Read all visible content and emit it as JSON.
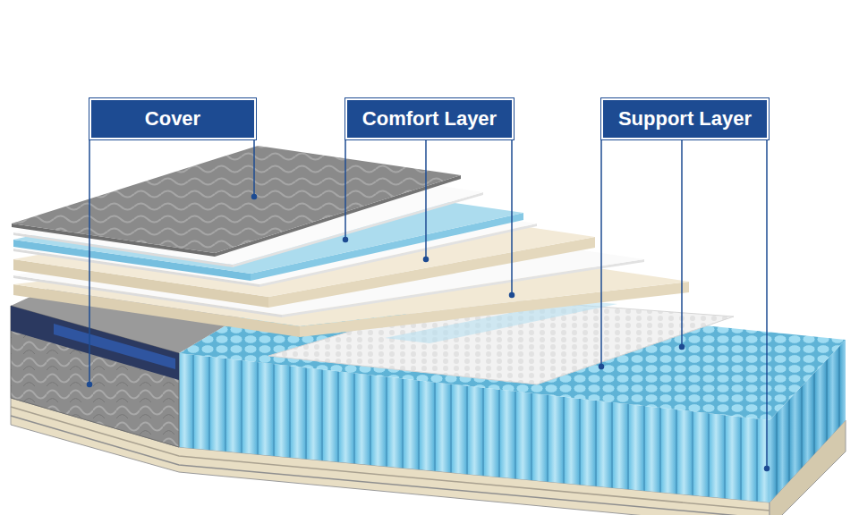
{
  "diagram": {
    "nodes": [
      {
        "text": [
          "Cover"
        ]
      },
      {
        "text": [
          "Comfort Layer"
        ]
      },
      {
        "text": [
          "Support Layer"
        ]
      }
    ]
  }
}
